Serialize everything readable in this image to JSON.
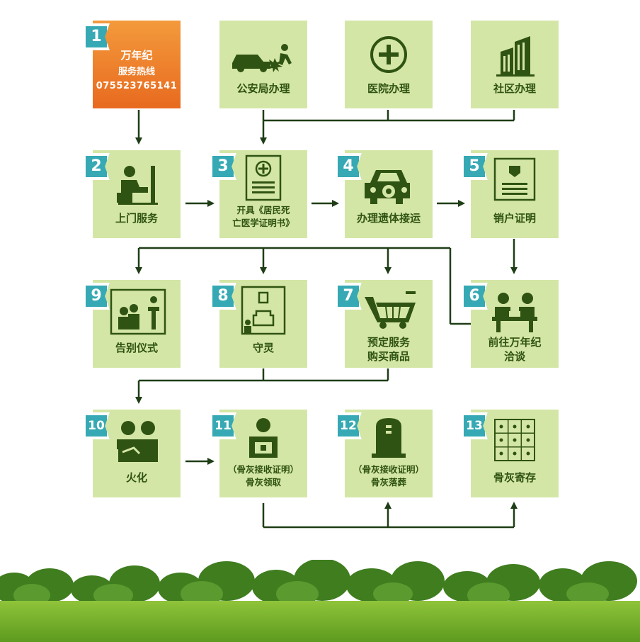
{
  "hotline": {
    "brand": "万年纪",
    "title": "服务热线",
    "phone": "075523765141"
  },
  "steps": {
    "s1": {
      "num": "1"
    },
    "s2": {
      "num": "2",
      "label": "上门服务"
    },
    "s3": {
      "num": "3",
      "line1": "开具《居民死",
      "line2": "亡医学证明书》"
    },
    "s4": {
      "num": "4",
      "label": "办理遗体接运"
    },
    "s5": {
      "num": "5",
      "label": "销户证明"
    },
    "s6": {
      "num": "6",
      "line1": "前往万年纪",
      "line2": "洽谈"
    },
    "s7": {
      "num": "7",
      "line1": "预定服务",
      "line2": "购买商品"
    },
    "s8": {
      "num": "8",
      "label": "守灵"
    },
    "s9": {
      "num": "9",
      "label": "告别仪式"
    },
    "s10": {
      "num": "10",
      "label": "火化"
    },
    "s11": {
      "num": "11",
      "line1": "（骨灰接收证明）",
      "line2": "骨灰领取"
    },
    "s12": {
      "num": "12",
      "line1": "（骨灰接收证明）",
      "line2": "骨灰落葬"
    },
    "s13": {
      "num": "13",
      "label": "骨灰寄存"
    }
  },
  "offices": {
    "police": "公安局办理",
    "hospital": "医院办理",
    "community": "社区办理"
  },
  "colors": {
    "box": "#d4e6a6",
    "icon": "#2f5312",
    "badge": "#36a9b4",
    "hotline": "#ec7a28",
    "line": "#1f3d16"
  },
  "icons": [
    "car-crash-icon",
    "plus-circle-icon",
    "building-icon",
    "reception-icon",
    "certificate-icon",
    "car-icon",
    "id-card-icon",
    "meeting-icon",
    "cart-icon",
    "vigil-icon",
    "podium-icon",
    "cremation-icon",
    "person-box-icon",
    "tombstone-icon",
    "locker-icon"
  ]
}
